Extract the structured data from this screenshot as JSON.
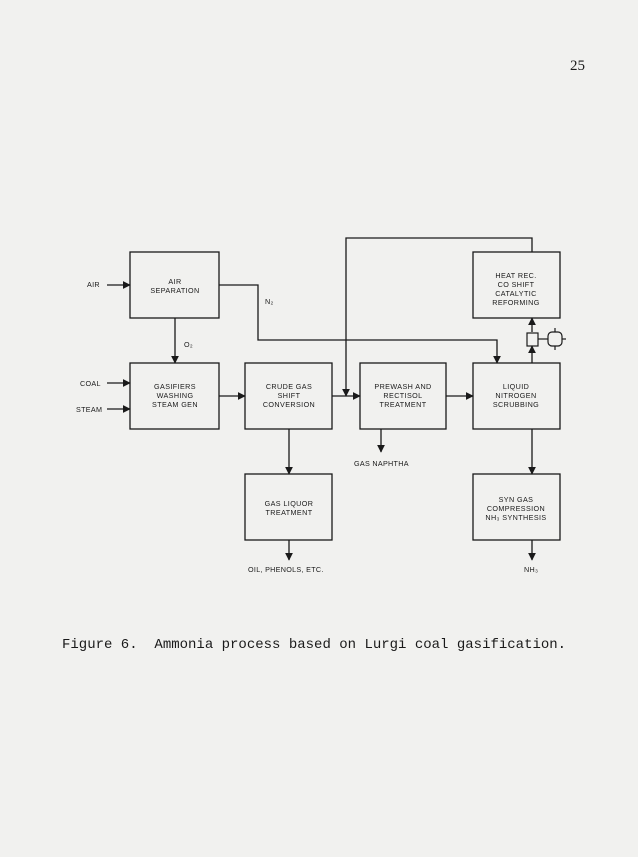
{
  "page_number": "25",
  "boxes": {
    "air_separation": [
      "AIR",
      "SEPARATION"
    ],
    "gasifiers": [
      "GASIFIERS",
      "WASHING",
      "STEAM GEN"
    ],
    "crude_gas": [
      "CRUDE GAS",
      "SHIFT",
      "CONVERSION"
    ],
    "prewash": [
      "PREWASH AND",
      "RECTISOL",
      "TREATMENT"
    ],
    "liquid_nitrogen": [
      "LIQUID",
      "NITROGEN",
      "SCRUBBING"
    ],
    "heat_rec": [
      "HEAT REC.",
      "CO SHIFT",
      "CATALYTIC",
      "REFORMING"
    ],
    "gas_liquor": [
      "GAS LIQUOR",
      "TREATMENT"
    ],
    "syn_gas": [
      "SYN GAS",
      "COMPRESSION",
      "NH₃ SYNTHESIS"
    ]
  },
  "labels": {
    "air": "AIR",
    "coal": "COAL",
    "steam": "STEAM",
    "n2": "N₂",
    "o2": "O₂",
    "gas_naphtha": "GAS NAPHTHA",
    "oil_phenols": "OIL, PHENOLS, ETC.",
    "nh3": "NH₃"
  },
  "caption": "Figure 6.  Ammonia process based on Lurgi coal gasification."
}
